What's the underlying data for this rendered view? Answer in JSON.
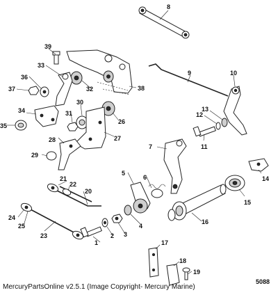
{
  "diagram": {
    "figure_number": "5088",
    "footer_text": "MercuryPartsOnline v2.5.1 (Image Copyright- Mercury Marine)",
    "callouts": [
      "1",
      "2",
      "3",
      "4",
      "5",
      "6",
      "7",
      "8",
      "9",
      "10",
      "11",
      "12",
      "13",
      "14",
      "15",
      "16",
      "17",
      "18",
      "19",
      "20",
      "21",
      "22",
      "23",
      "24",
      "25",
      "26",
      "27",
      "28",
      "29",
      "30",
      "31",
      "32",
      "33",
      "34",
      "35",
      "36",
      "37",
      "38",
      "39"
    ]
  }
}
